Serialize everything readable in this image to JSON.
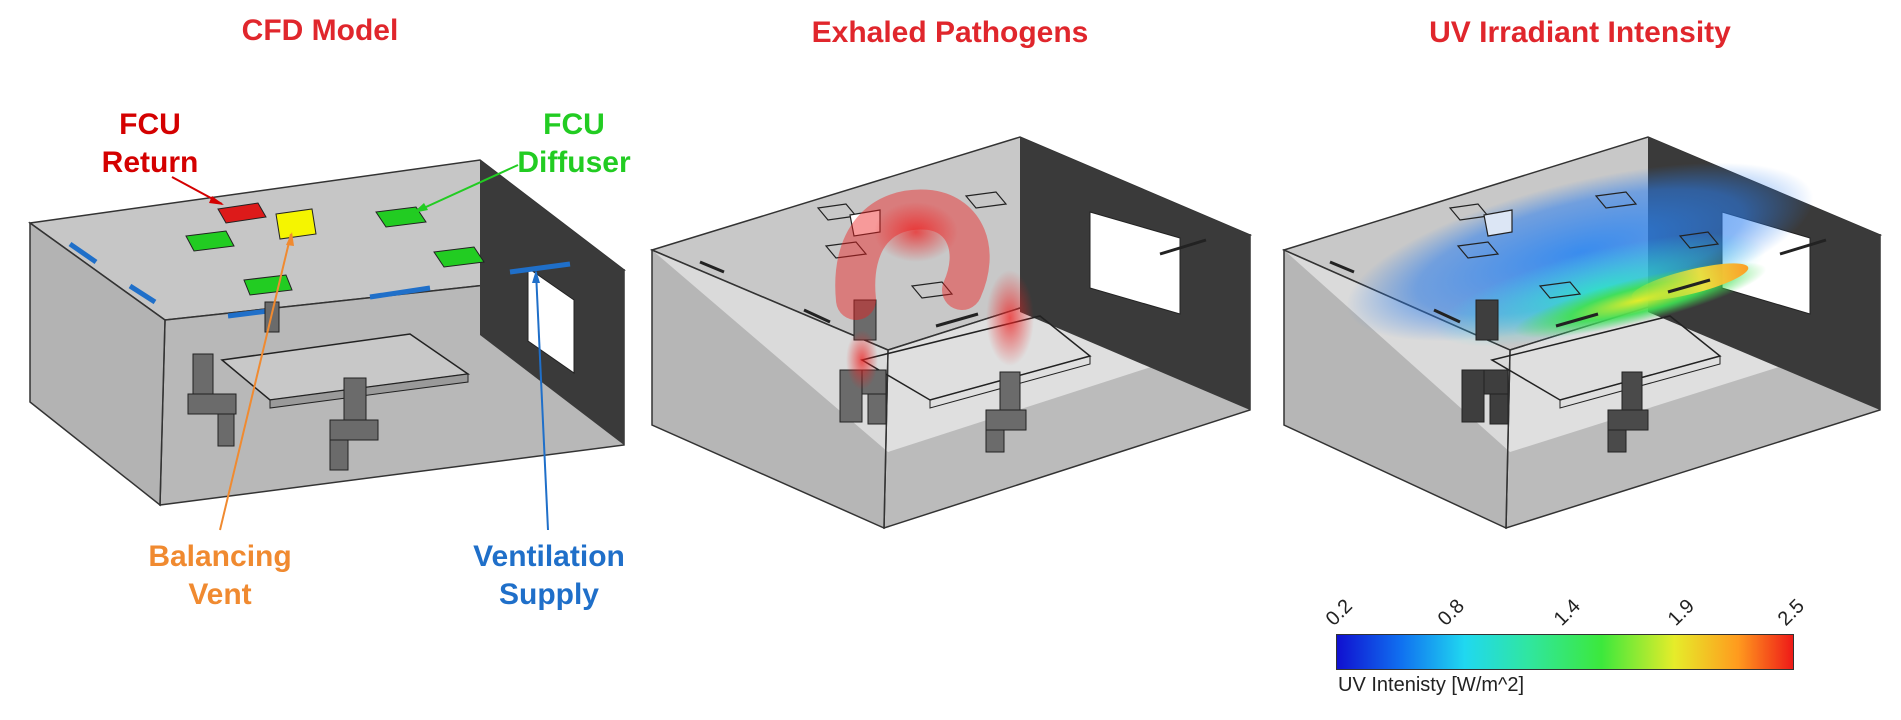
{
  "panels": [
    {
      "title": "CFD Model"
    },
    {
      "title": "Exhaled Pathogens"
    },
    {
      "title": "UV Irradiant Intensity"
    }
  ],
  "labels": {
    "fcu_return": [
      "FCU",
      "Return"
    ],
    "fcu_diffuser": [
      "FCU",
      "Diffuser"
    ],
    "balancing_vent": [
      "Balancing",
      "Vent"
    ],
    "ventilation_supply": [
      "Ventilation",
      "Supply"
    ]
  },
  "colors": {
    "title": "#e0262c",
    "fcu_return": "#d40000",
    "fcu_diffuser": "#22cc22",
    "balancing_vent": "#f08a30",
    "ventilation_supply": "#1f6fc9",
    "room_face": "#c6c6c6",
    "wall_dark": "#3a3a3a",
    "floor": "#a8a8a8"
  },
  "colorbar": {
    "ticks": [
      "0.2",
      "0.8",
      "1.4",
      "1.9",
      "2.5"
    ],
    "label": "UV Intenisty [W/m^2]",
    "colors": [
      "#1010d0",
      "#1070f0",
      "#20d8f0",
      "#30e6a0",
      "#3ce83c",
      "#e6ec2a",
      "#ff9a1e",
      "#ee1a18"
    ]
  }
}
